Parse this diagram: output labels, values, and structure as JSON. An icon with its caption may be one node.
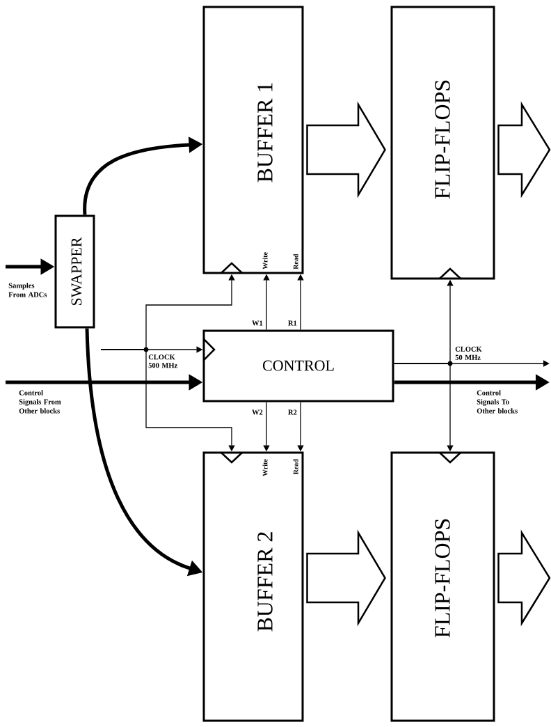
{
  "diagram": {
    "nodes": [
      {
        "text": [
          "SWAPPER"
        ]
      },
      {
        "text": [
          "BUFFER 1",
          "Write",
          "Read"
        ]
      },
      {
        "text": [
          "FLIP-FLOPS"
        ]
      },
      {
        "text": [
          "CONTROL"
        ]
      },
      {
        "text": [
          "BUFFER 2",
          "Write",
          "Read"
        ]
      },
      {
        "text": [
          "FLIP-FLOPS"
        ]
      }
    ],
    "edges": [
      {
        "from": null,
        "to": 0,
        "arrow": "to",
        "style": "thick"
      },
      {
        "from": 0,
        "to": 1,
        "arrow": "to",
        "style": "thick"
      },
      {
        "from": 0,
        "to": 4,
        "arrow": "to",
        "style": "thick"
      },
      {
        "from": 1,
        "to": 2,
        "arrow": "to"
      },
      {
        "from": 2,
        "to": null,
        "arrow": "to"
      },
      {
        "from": 4,
        "to": 5,
        "arrow": "to"
      },
      {
        "from": 5,
        "to": null,
        "arrow": "to"
      },
      {
        "from": null,
        "to": 3,
        "arrow": "to",
        "label": "CLOCK 500 MHz"
      },
      {
        "from": null,
        "to": 1,
        "arrow": "to"
      },
      {
        "from": null,
        "to": 4,
        "arrow": "to"
      },
      {
        "from": 3,
        "to": 1,
        "arrow": "to",
        "label": "W1"
      },
      {
        "from": 3,
        "to": 1,
        "arrow": "to",
        "label": "R1"
      },
      {
        "from": 3,
        "to": 4,
        "arrow": "to",
        "label": "W2"
      },
      {
        "from": 3,
        "to": 4,
        "arrow": "to",
        "label": "R2"
      },
      {
        "from": null,
        "to": 3,
        "arrow": "to",
        "style": "thick"
      },
      {
        "from": 3,
        "to": null,
        "arrow": "to",
        "label": "CLOCK 50 MHz"
      },
      {
        "from": 3,
        "to": 2,
        "arrow": "to"
      },
      {
        "from": 3,
        "to": 5,
        "arrow": "to"
      },
      {
        "from": 3,
        "to": null,
        "arrow": "to",
        "style": "thick"
      }
    ],
    "labels": [
      "Samples From ADCs",
      "Control Signals From Other blocks",
      "Control Signals To Other blocks"
    ]
  }
}
